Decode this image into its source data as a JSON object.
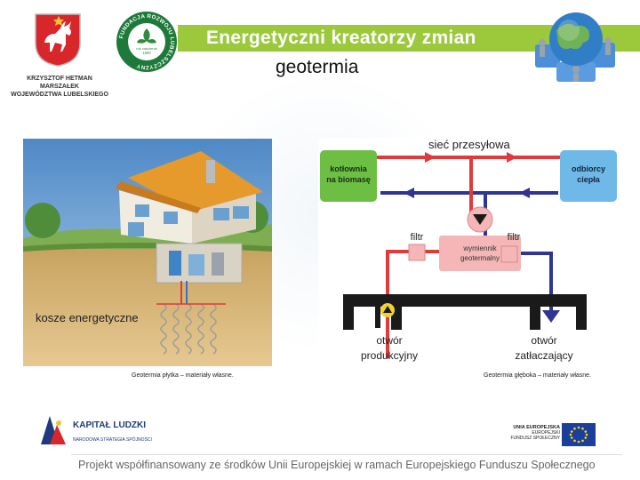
{
  "header": {
    "banner_title": "Energetyczni kreatorzy zmian",
    "subtitle": "geotermia",
    "governor_lines": [
      "KRZYSZTOF HETMAN",
      "MARSZAŁEK",
      "WOJEWÓDZTWA LUBELSKIEGO"
    ],
    "foundation_ring": "FUNDACJA ROZWOJU LUBELSZCZYZNY",
    "foundation_center": [
      "rok założenia",
      "1990"
    ]
  },
  "left_figure": {
    "image_label": "kosze energetyczne",
    "caption": "Geotermia płytka – materiały własne."
  },
  "right_figure": {
    "network": "sieć przesyłowa",
    "boiler": [
      "kotłownia",
      "na biomasę"
    ],
    "consumers": [
      "odbiorcy",
      "ciepła"
    ],
    "filter_left": "filtr",
    "filter_right": "filtr",
    "exchanger": [
      "wymiennik",
      "geotermalny"
    ],
    "well_production": [
      "otwór",
      "produkcyjny"
    ],
    "well_injection": [
      "otwór",
      "zatłaczający"
    ],
    "caption": "Geotermia głęboka – materiały własne."
  },
  "footer": {
    "kl_title": "KAPITAŁ LUDZKI",
    "kl_subtitle": "NARODOWA STRATEGIA SPÓJNOŚCI",
    "ue_lines": [
      "UNIA EUROPEJSKA",
      "EUROPEJSKI",
      "FUNDUSZ SPOŁECZNY"
    ],
    "project_text": "Projekt współfinansowany ze środków Unii Europejskiej w ramach Europejskiego Funduszu Społecznego"
  },
  "colors": {
    "banner_green": "#9bc93b",
    "hot_red": "#e23a3a",
    "cold_blue": "#2f3592",
    "boiler_green": "#6dbf44",
    "consumer_blue": "#6fb9e8",
    "exchanger_pink": "#f4b6b6",
    "eu_blue": "#1b3f9a",
    "eu_yellow": "#ffd617"
  }
}
